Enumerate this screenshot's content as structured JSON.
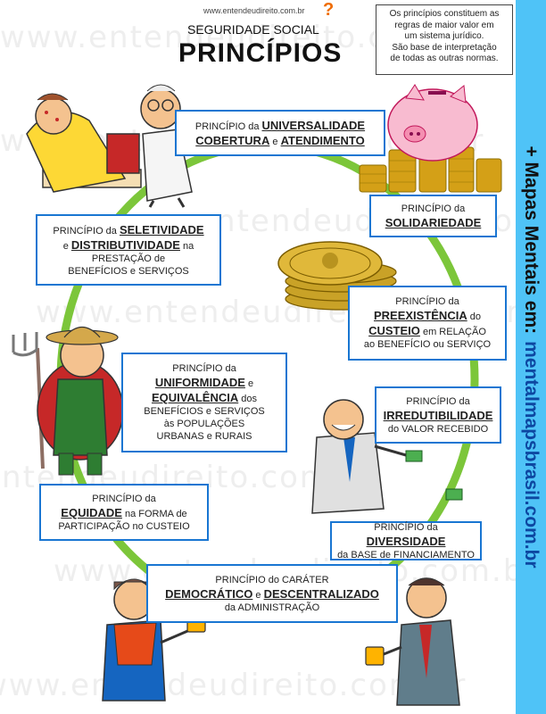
{
  "site": "www.entendeudireito.com.br",
  "header": {
    "subtitle": "SEGURIDADE SOCIAL",
    "title": "PRINCÍPIOS"
  },
  "note": {
    "line1": "Os princípios constituem as",
    "line2": "regras de maior valor em",
    "line3": "um sistema jurídico.",
    "line4": "São  base de interpretação",
    "line5": "de todas as outras normas."
  },
  "sidebar": {
    "part1": "+ Mapas Mentais em:",
    "part2": "mentalmapsbrasil.com.br"
  },
  "watermark": "www.entendeudireito.com.br",
  "boxes": {
    "universalidade": {
      "l1a": "PRINCÍPIO da ",
      "l1b": "UNIVERSALIDADE",
      "l2a": "COBERTURA",
      "l2b": " e ",
      "l2c": "ATENDIMENTO"
    },
    "solidariedade": {
      "l1": "PRINCÍPIO da",
      "l2": "SOLIDARIEDADE"
    },
    "seletividade": {
      "l1a": "PRINCÍPIO da ",
      "l1b": "SELETIVIDADE",
      "l2a": "e ",
      "l2b": "DISTRIBUTIVIDADE",
      "l2c": " na",
      "l3": "PRESTAÇÃO de",
      "l4": "BENEFÍCIOS e SERVIÇOS"
    },
    "preexistencia": {
      "l1": "PRINCÍPIO da",
      "l2a": "PREEXISTÊNCIA",
      "l2b": " do",
      "l3a": "CUSTEIO",
      "l3b": " em RELAÇÃO",
      "l4": "ao BENEFÍCIO ou SERVIÇO"
    },
    "uniformidade": {
      "l1": "PRINCÍPIO da",
      "l2a": "UNIFORMIDADE",
      "l2b": " e",
      "l3a": "EQUIVALÊNCIA",
      "l3b": " dos",
      "l4": "BENEFÍCIOS e SERVIÇOS",
      "l5": "às POPULAÇÕES",
      "l6": "URBANAS e RURAIS"
    },
    "irredutibilidade": {
      "l1": "PRINCÍPIO da",
      "l2": "IRREDUTIBILIDADE",
      "l3": "do VALOR RECEBIDO"
    },
    "equidade": {
      "l1": "PRINCÍPIO da",
      "l2a": "EQUIDADE",
      "l2b": " na FORMA de",
      "l3": "PARTICIPAÇÃO no CUSTEIO"
    },
    "diversidade": {
      "l1a": "PRINCÍPIO da ",
      "l1b": "DIVERSIDADE",
      "l2": "da BASE de FINANCIAMENTO"
    },
    "democratico": {
      "l1": "PRINCÍPIO do CARÁTER",
      "l2a": "DEMOCRÁTICO",
      "l2b": " e ",
      "l2c": "DESCENTRALIZADO",
      "l3": "da ADMINISTRAÇÃO"
    }
  },
  "colors": {
    "ring": "#7cc63a",
    "box_border": "#1976d2",
    "sidebar": "#4fc3f7",
    "sidebar_url": "#0d47a1",
    "accent": "#ef6c00"
  },
  "icons": [
    "patient-doctor-illustration",
    "piggy-bank-icon",
    "coin-stack-icon",
    "farmer-illustration",
    "businessman-illustration",
    "beggar-illustration",
    "businessman-coffee-illustration",
    "question-mark-icon"
  ]
}
